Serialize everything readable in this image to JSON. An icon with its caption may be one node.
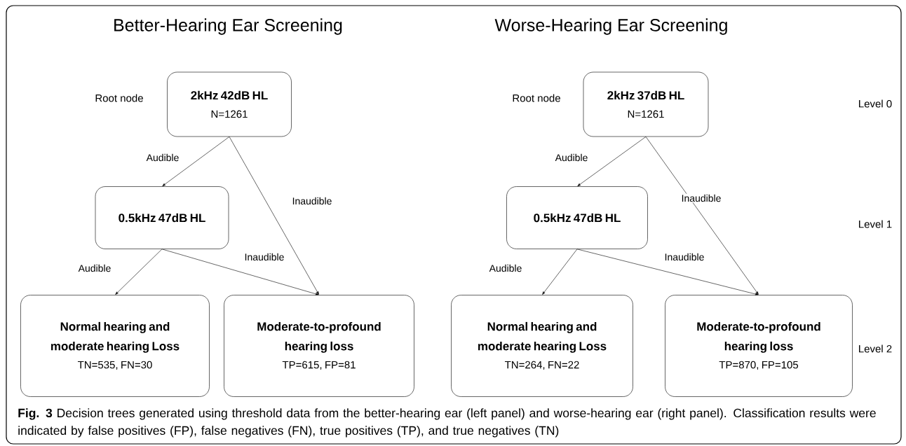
{
  "diagram": {
    "caption": "**Fig. 3** Decision trees generated using threshold data from the better-hearing ear (left panel) and worse-hearing ear (right panel). Classification results were indicated by false positives (FP), false negatives (FN), true positives (TP), and true negatives (TN)",
    "nodes": [
      {
        "text": [
          "2kHz 42dB HL",
          "N=1261"
        ]
      },
      {
        "text": [
          "0.5kHz 47dB HL"
        ]
      },
      {
        "text": [
          "Normal hearing and moderate hearing Loss",
          "TN=535, FN=30"
        ]
      },
      {
        "text": [
          "Moderate-to-profound hearing loss",
          "TP=615, FP=81"
        ]
      },
      {
        "text": [
          "2kHz 37dB HL",
          "N=1261"
        ]
      },
      {
        "text": [
          "0.5kHz 47dB HL"
        ]
      },
      {
        "text": [
          "Normal hearing and moderate hearing Loss",
          "TN=264, FN=22"
        ]
      },
      {
        "text": [
          "Moderate-to-profound hearing loss",
          "TP=870, FP=105"
        ]
      }
    ],
    "edges": [
      {
        "from": 0,
        "to": 1,
        "arrow": "to",
        "label": "Audible"
      },
      {
        "from": 0,
        "to": 3,
        "arrow": "to",
        "label": "Inaudible"
      },
      {
        "from": 1,
        "to": 2,
        "arrow": "to",
        "label": "Audible"
      },
      {
        "from": 1,
        "to": 3,
        "arrow": "to",
        "label": "Inaudible"
      },
      {
        "from": 4,
        "to": 5,
        "arrow": "to",
        "label": "Audible"
      },
      {
        "from": 4,
        "to": 7,
        "arrow": "to",
        "label": "Inaudible"
      },
      {
        "from": 5,
        "to": 6,
        "arrow": "to",
        "label": "Audible"
      },
      {
        "from": 5,
        "to": 7,
        "arrow": "to",
        "label": "Inaudible"
      }
    ],
    "labels": [
      "Better-Hearing Ear Screening",
      "Worse-Hearing Ear Screening",
      "Root node",
      "Root node",
      "Level 0",
      "Level 1",
      "Level 2"
    ]
  }
}
